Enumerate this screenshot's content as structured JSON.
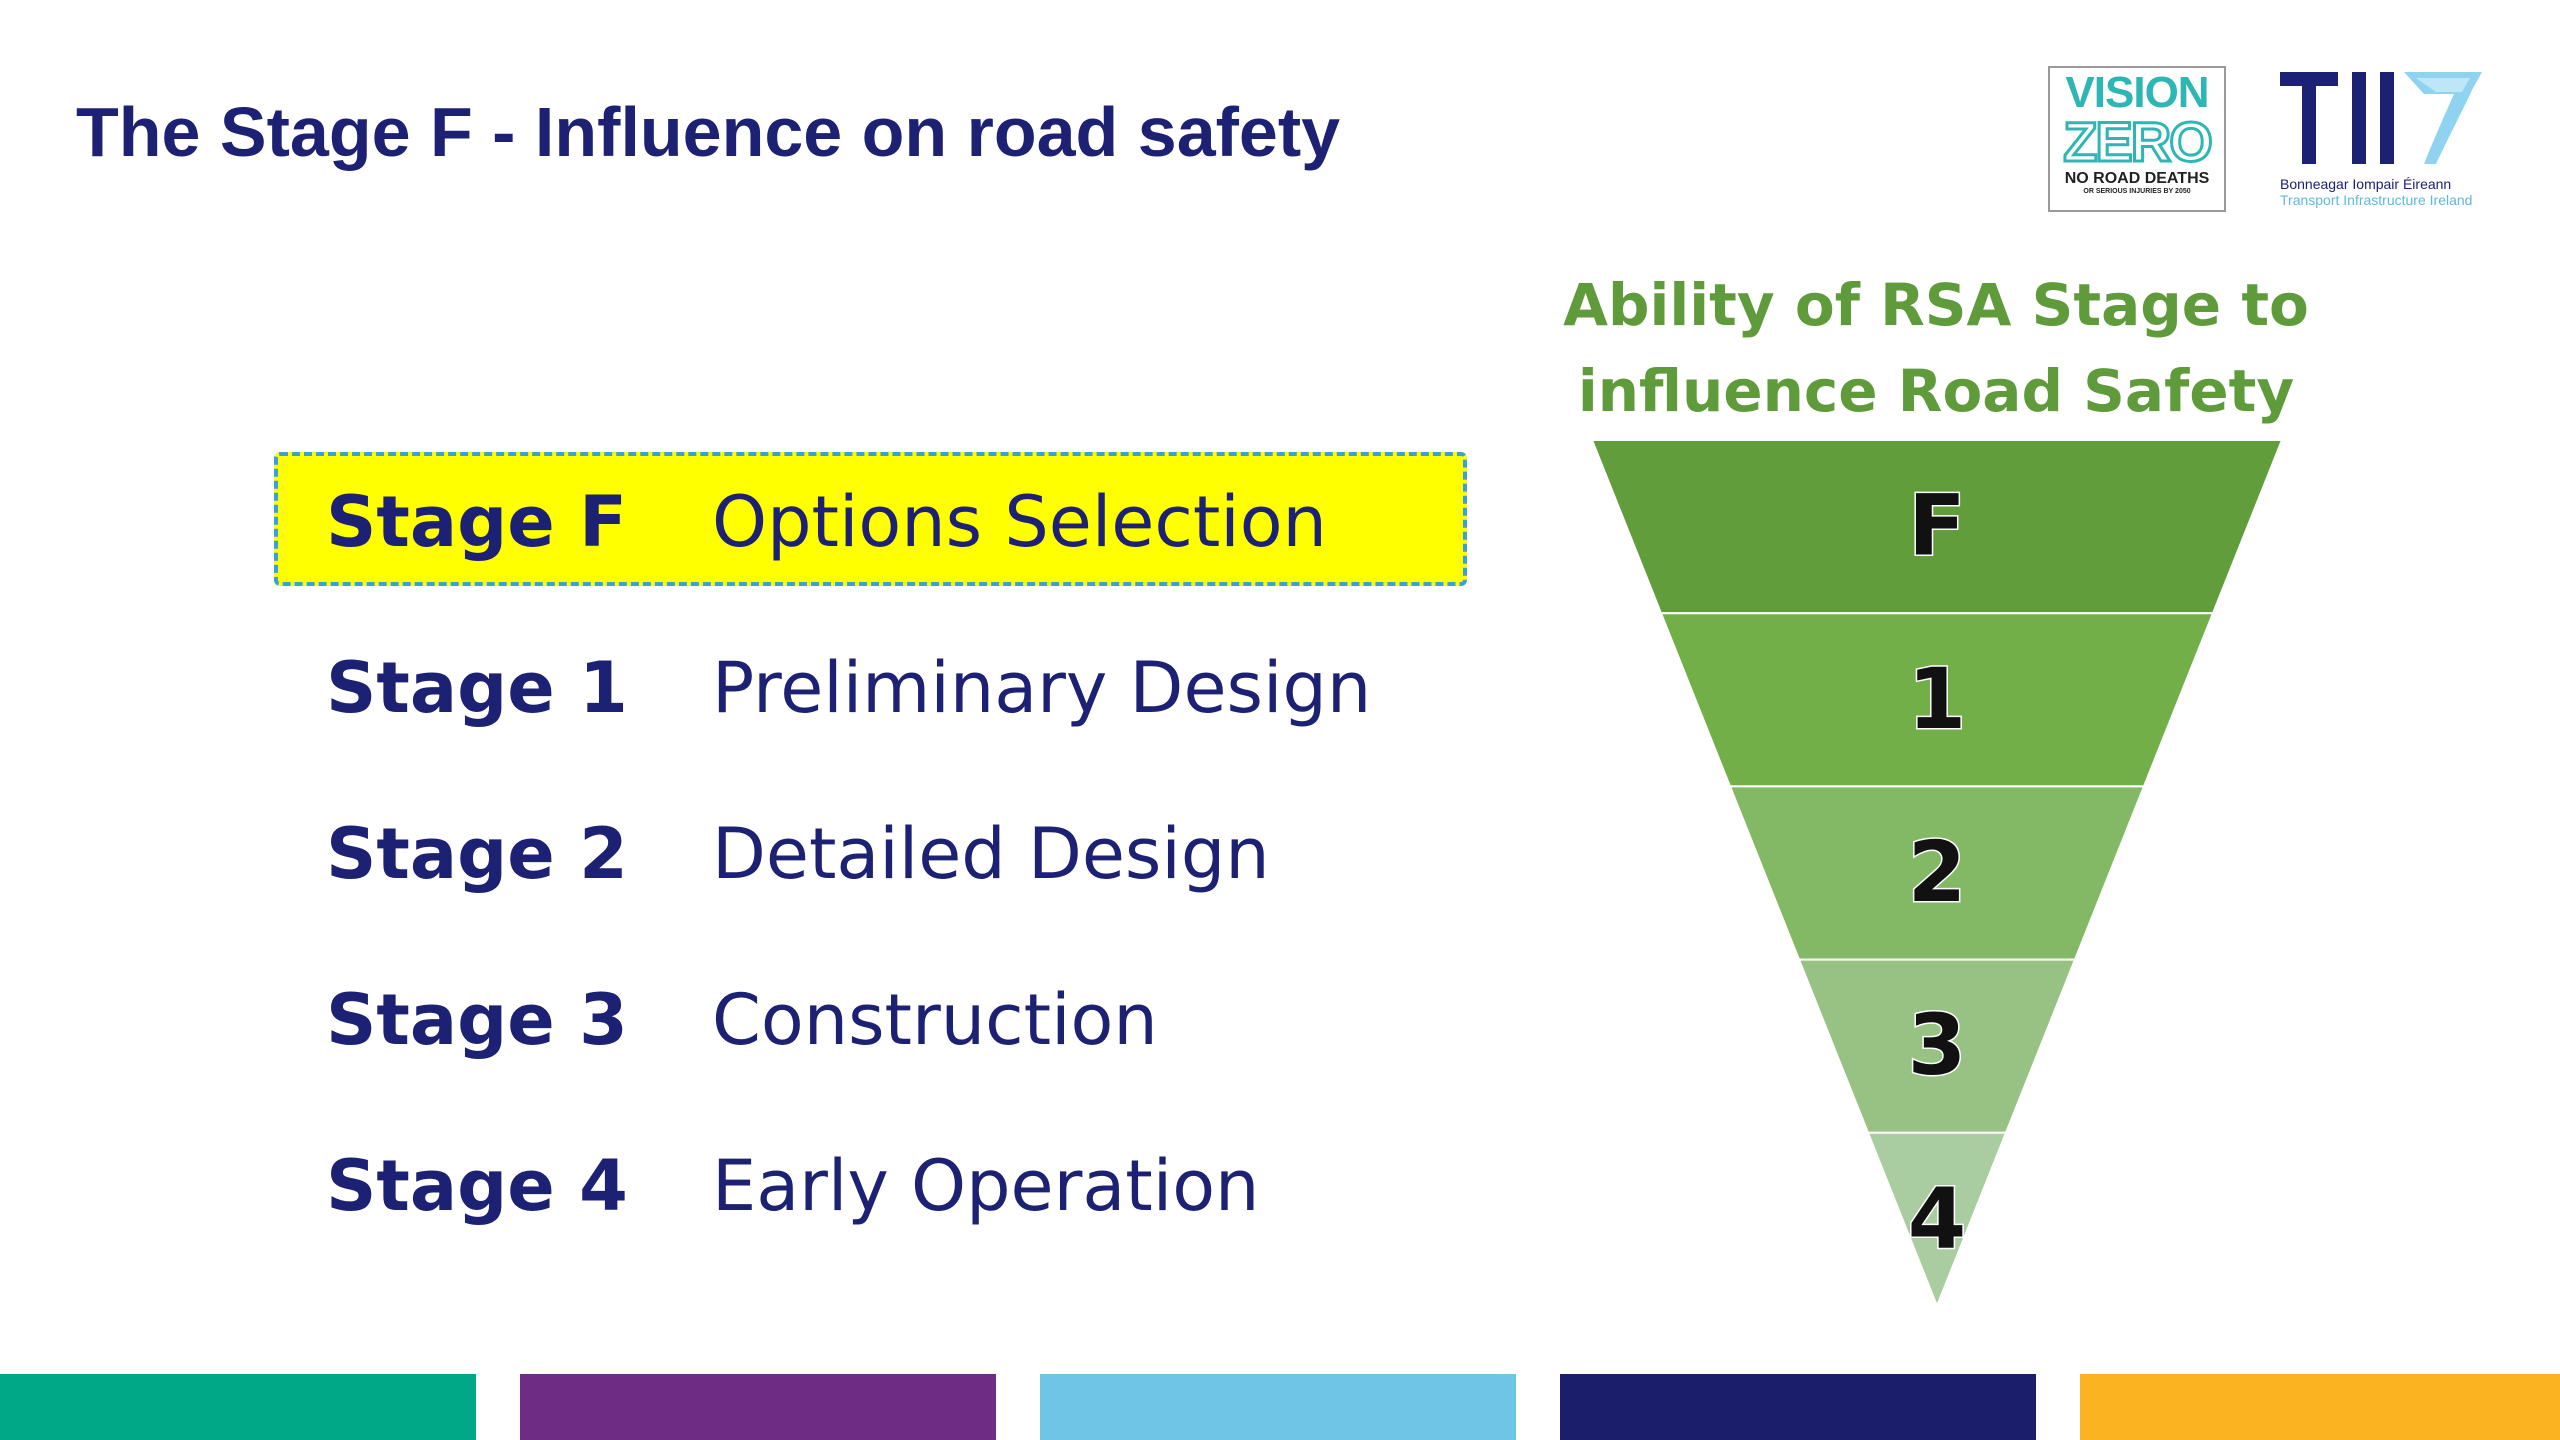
{
  "slide": {
    "title": "The Stage F - Influence on road safety"
  },
  "logos": {
    "vision_zero": {
      "line1": "VISION",
      "line2": "ZERO",
      "tagline": "NO ROAD DEATHS",
      "subtagline": "OR SERIOUS INJURIES BY 2050",
      "color": "#2db6b3"
    },
    "tii": {
      "mark": "TII",
      "irish_name": "Bonneagar Iompair Éireann",
      "english_name": "Transport Infrastructure Ireland",
      "color": "#1d2173",
      "accent": "#5fb8e0"
    }
  },
  "stages": [
    {
      "id": "Stage F",
      "name": "Options Selection",
      "highlighted": true
    },
    {
      "id": "Stage 1",
      "name": "Preliminary Design",
      "highlighted": false
    },
    {
      "id": "Stage 2",
      "name": "Detailed Design",
      "highlighted": false
    },
    {
      "id": "Stage 3",
      "name": "Construction",
      "highlighted": false
    },
    {
      "id": "Stage 4",
      "name": "Early Operation",
      "highlighted": false
    }
  ],
  "funnel": {
    "title_line1": "Ability of RSA Stage to",
    "title_line2": "influence Road Safety",
    "levels": [
      {
        "label": "F",
        "color": "#629d3c"
      },
      {
        "label": "1",
        "color": "#72af48"
      },
      {
        "label": "2",
        "color": "#83b865"
      },
      {
        "label": "3",
        "color": "#98c283"
      },
      {
        "label": "4",
        "color": "#a9cca0"
      }
    ]
  },
  "colors": {
    "title": "#1d2173",
    "highlight": "#ffff00",
    "highlight_border": "#3aa0d8",
    "funnel_title": "#5f9b3b"
  },
  "footer_bars": [
    {
      "color": "#00a887"
    },
    {
      "color": "#6e2c85"
    },
    {
      "color": "#6ec5e6"
    },
    {
      "color": "#1b1f6b"
    },
    {
      "color": "#fbb321"
    }
  ]
}
